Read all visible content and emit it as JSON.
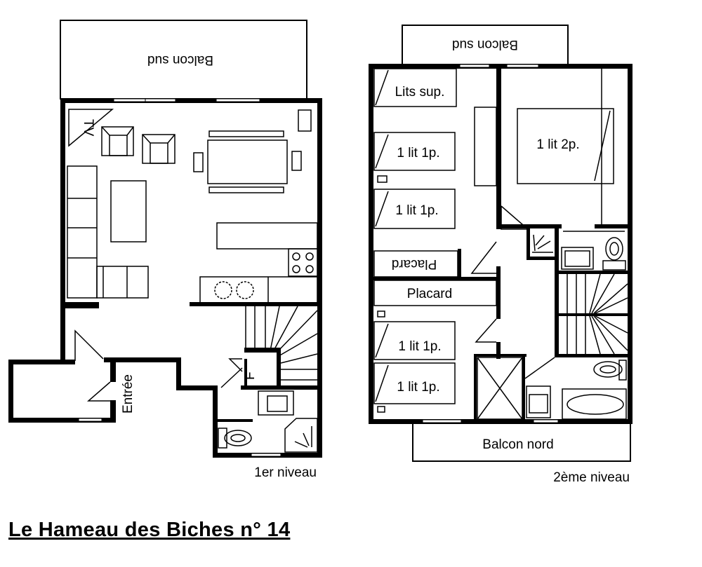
{
  "title": "Le Hameau des Biches n° 14",
  "level1": {
    "caption": "1er niveau",
    "balcony_south": "Balcon sud",
    "tv": "TV",
    "entrance": "Entrée",
    "fridge": "F"
  },
  "level2": {
    "caption": "2ème niveau",
    "balcony_south": "Balcon sud",
    "balcony_north": "Balcon nord",
    "extra_beds": "Lits sup.",
    "single_bed": "1 lit 1p.",
    "double_bed": "1 lit 2p.",
    "closet": "Placard"
  }
}
